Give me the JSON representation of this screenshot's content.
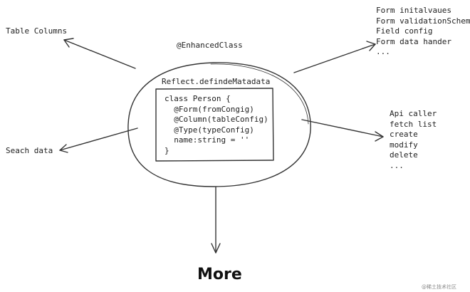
{
  "center": {
    "decorator": "@EnhancedClass",
    "reflect": "Reflect.defindeMatadata",
    "code_lines": [
      "class Person {",
      "  @Form(fromCongig)",
      "  @Column(tableConfig)",
      "  @Type(typeConfig)",
      "  name:string = ''",
      "}"
    ]
  },
  "targets": {
    "table_columns": "Table Columns",
    "search_data": "Seach data",
    "form_items": [
      "Form initalvaues",
      "Form validationSchema",
      "Field config",
      "Form data hander",
      "..."
    ],
    "api_items": [
      "Api caller",
      "fetch list",
      "create",
      "modify",
      "delete",
      "..."
    ],
    "more": "More"
  },
  "watermark": "@稀土技术社区",
  "colors": {
    "stroke": "#333333",
    "text": "#222222"
  }
}
